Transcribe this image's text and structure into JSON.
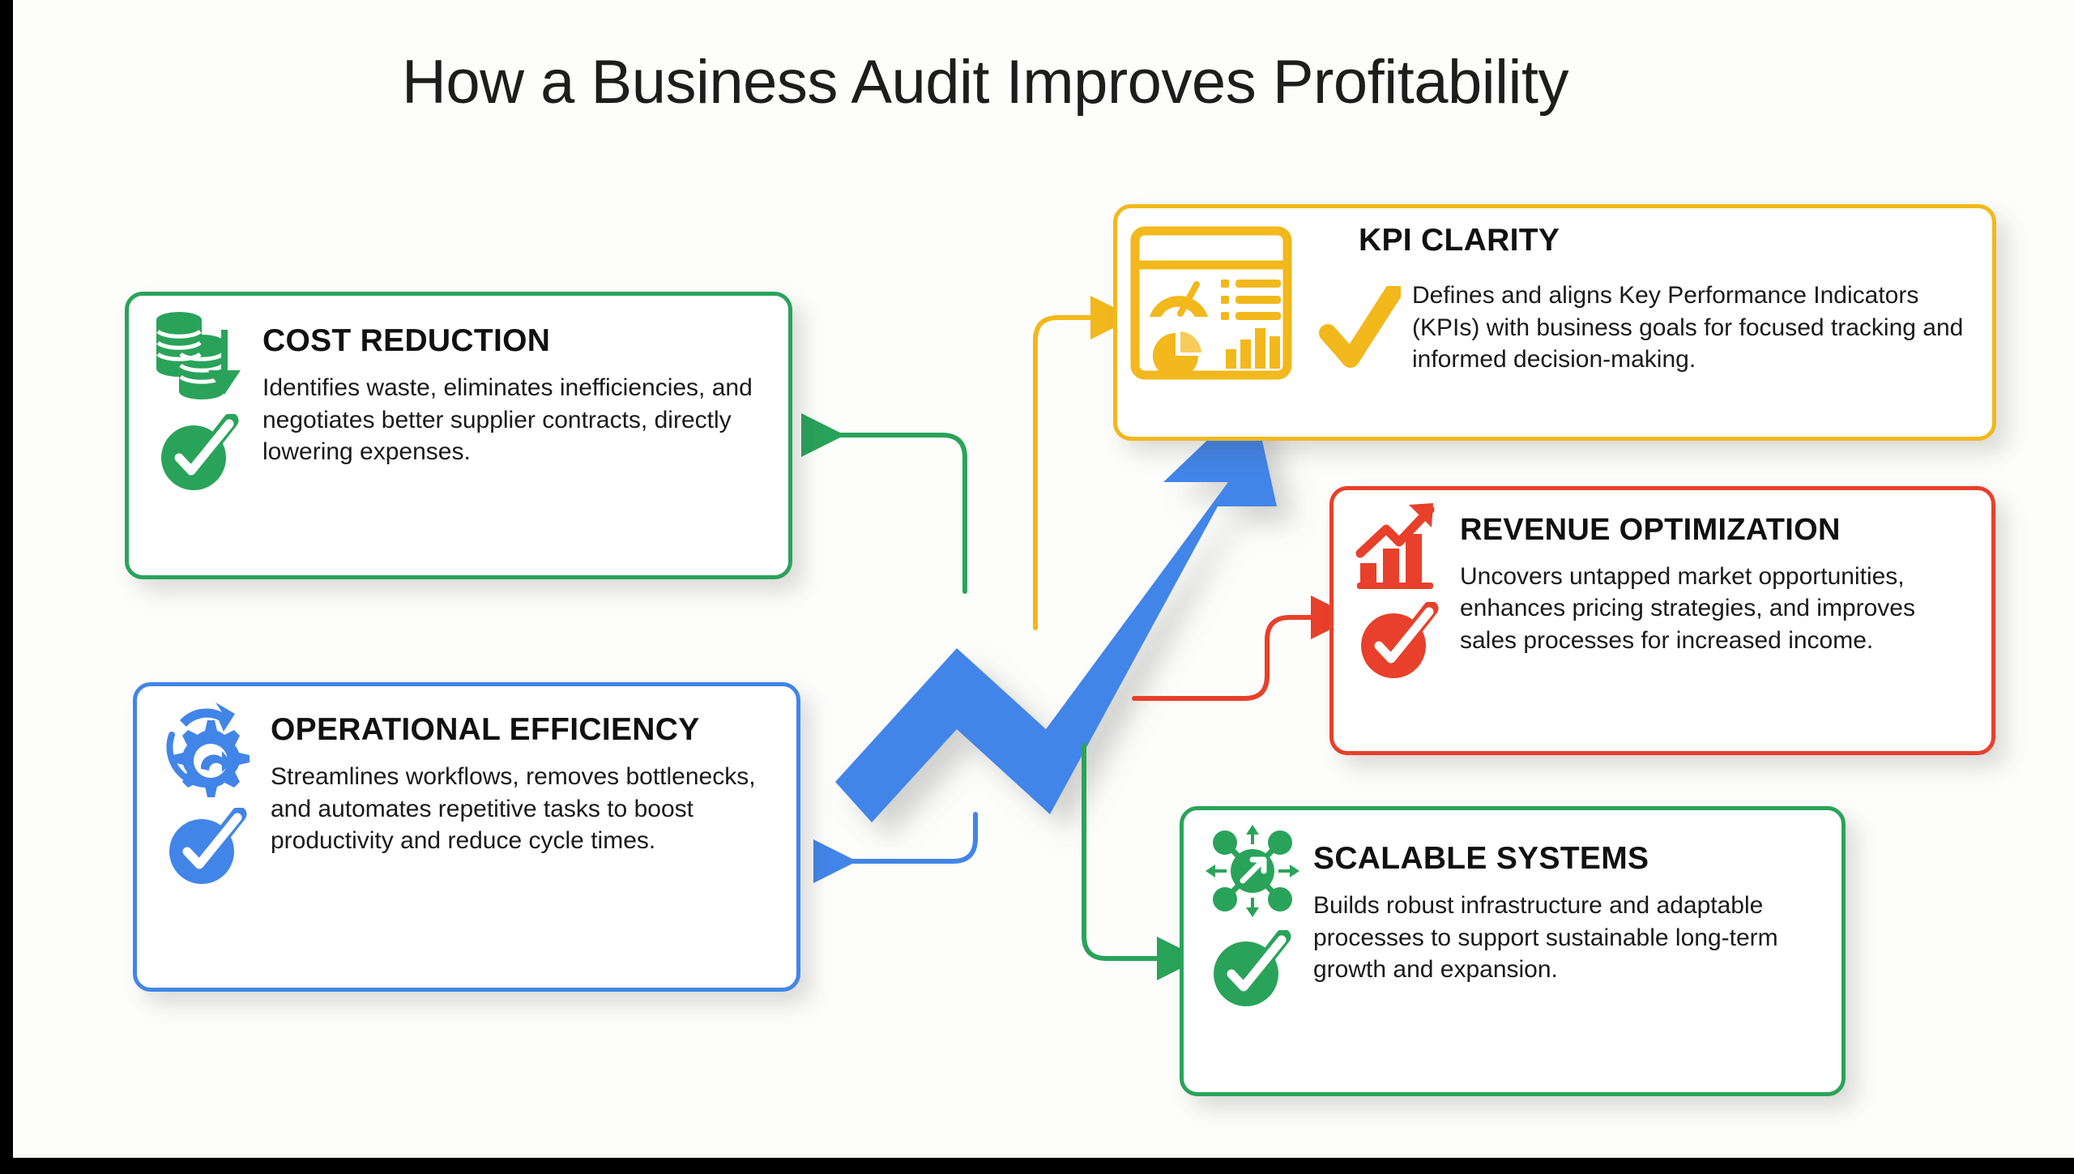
{
  "page": {
    "title": "How a Business Audit Improves Profitability",
    "background_color": "#fdfdfb",
    "letterbox_color": "#000000"
  },
  "colors": {
    "green": "#2aa35a",
    "blue": "#4285e8",
    "yellow": "#f2b81c",
    "red": "#e8402a",
    "title_text": "#1d1d1d",
    "body_text": "#1a1a1a"
  },
  "center_graphic": {
    "name": "growth-arrow",
    "description": "upward zig-zag growth arrow",
    "color": "#4285e8"
  },
  "cards": [
    {
      "id": "cost-reduction",
      "title": "COST REDUCTION",
      "description": "Identifies waste, eliminates inefficiencies, and negotiates better supplier contracts, directly lowering expenses.",
      "color": "#2aa35a",
      "icon": "coin-stack-down-arrow-icon",
      "check_icon": "check-circle-icon"
    },
    {
      "id": "operational-efficiency",
      "title": "OPERATIONAL EFFICIENCY",
      "description": "Streamlines workflows, removes bottlenecks, and automates repetitive tasks to boost productivity and reduce cycle times.",
      "color": "#4285e8",
      "icon": "gear-refresh-icon",
      "check_icon": "check-circle-icon"
    },
    {
      "id": "kpi-clarity",
      "title": "KPI CLARITY",
      "description": "Defines and aligns Key Performance Indicators (KPIs) with business goals for focused tracking and informed decision-making.",
      "color": "#f2b81c",
      "icon": "dashboard-analytics-icon",
      "check_icon": "check-mark-icon"
    },
    {
      "id": "revenue-optimization",
      "title": "REVENUE OPTIMIZATION",
      "description": "Uncovers untapped market opportunities, enhances pricing strategies, and improves sales processes for increased income.",
      "color": "#e8402a",
      "icon": "bar-chart-up-arrow-icon",
      "check_icon": "check-circle-icon"
    },
    {
      "id": "scalable-systems",
      "title": "SCALABLE SYSTEMS",
      "description": "Builds robust infrastructure and adaptable processes to support sustainable long-term growth and expansion.",
      "color": "#2aa35a",
      "icon": "network-expand-icon",
      "check_icon": "check-circle-icon"
    }
  ],
  "connectors": [
    {
      "id": "connector-to-cost-reduction",
      "color": "#2aa35a",
      "direction": "left"
    },
    {
      "id": "connector-to-kpi-clarity",
      "color": "#f2b81c",
      "direction": "right"
    },
    {
      "id": "connector-to-operational-efficiency",
      "color": "#4285e8",
      "direction": "left"
    },
    {
      "id": "connector-to-revenue-optimization",
      "color": "#e8402a",
      "direction": "right"
    },
    {
      "id": "connector-to-scalable-systems",
      "color": "#2aa35a",
      "direction": "right"
    }
  ]
}
